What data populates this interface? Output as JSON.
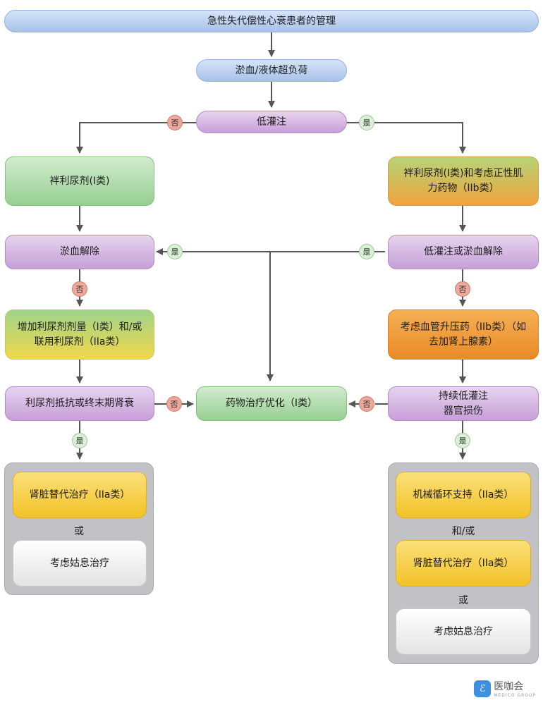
{
  "title": "急性失代偿性心衰患者的管理",
  "congestion": "淤血/液体超负荷",
  "hypoperfusion": "低灌注",
  "left_diuretic": "袢利尿剂(I类)",
  "right_diuretic_line1": "袢利尿剂(I类)和考虑正性肌",
  "right_diuretic_line2": "力药物（IIb类）",
  "left_resolved": "淤血解除",
  "right_resolved": "低灌注或淤血解除",
  "left_increase_line1": "增加利尿剂剂量（I类）和/或",
  "left_increase_line2": "联用利尿剂（IIa类）",
  "right_vaso_line1": "考虑血管升压药（IIb类）（如",
  "right_vaso_line2": "去加肾上腺素）",
  "left_resistance": "利尿剂抵抗或终末期肾衰",
  "center_optimize": "药物治疗优化（I类）",
  "right_persistent_line1": "持续低灌注",
  "right_persistent_line2": "器官损伤",
  "left_panel": {
    "renal": "肾脏替代治疗（IIa类）",
    "or": "或",
    "palliative": "考虑姑息治疗"
  },
  "right_panel": {
    "mcs": "机械循环支持（IIa类）",
    "and_or": "和/或",
    "renal": "肾脏替代治疗（IIa类）",
    "or": "或",
    "palliative": "考虑姑息治疗"
  },
  "labels": {
    "yes": "是",
    "no": "否"
  },
  "logo": {
    "mark": "ℰ",
    "name": "医咖会",
    "sub": "MEDICO GROUP"
  }
}
